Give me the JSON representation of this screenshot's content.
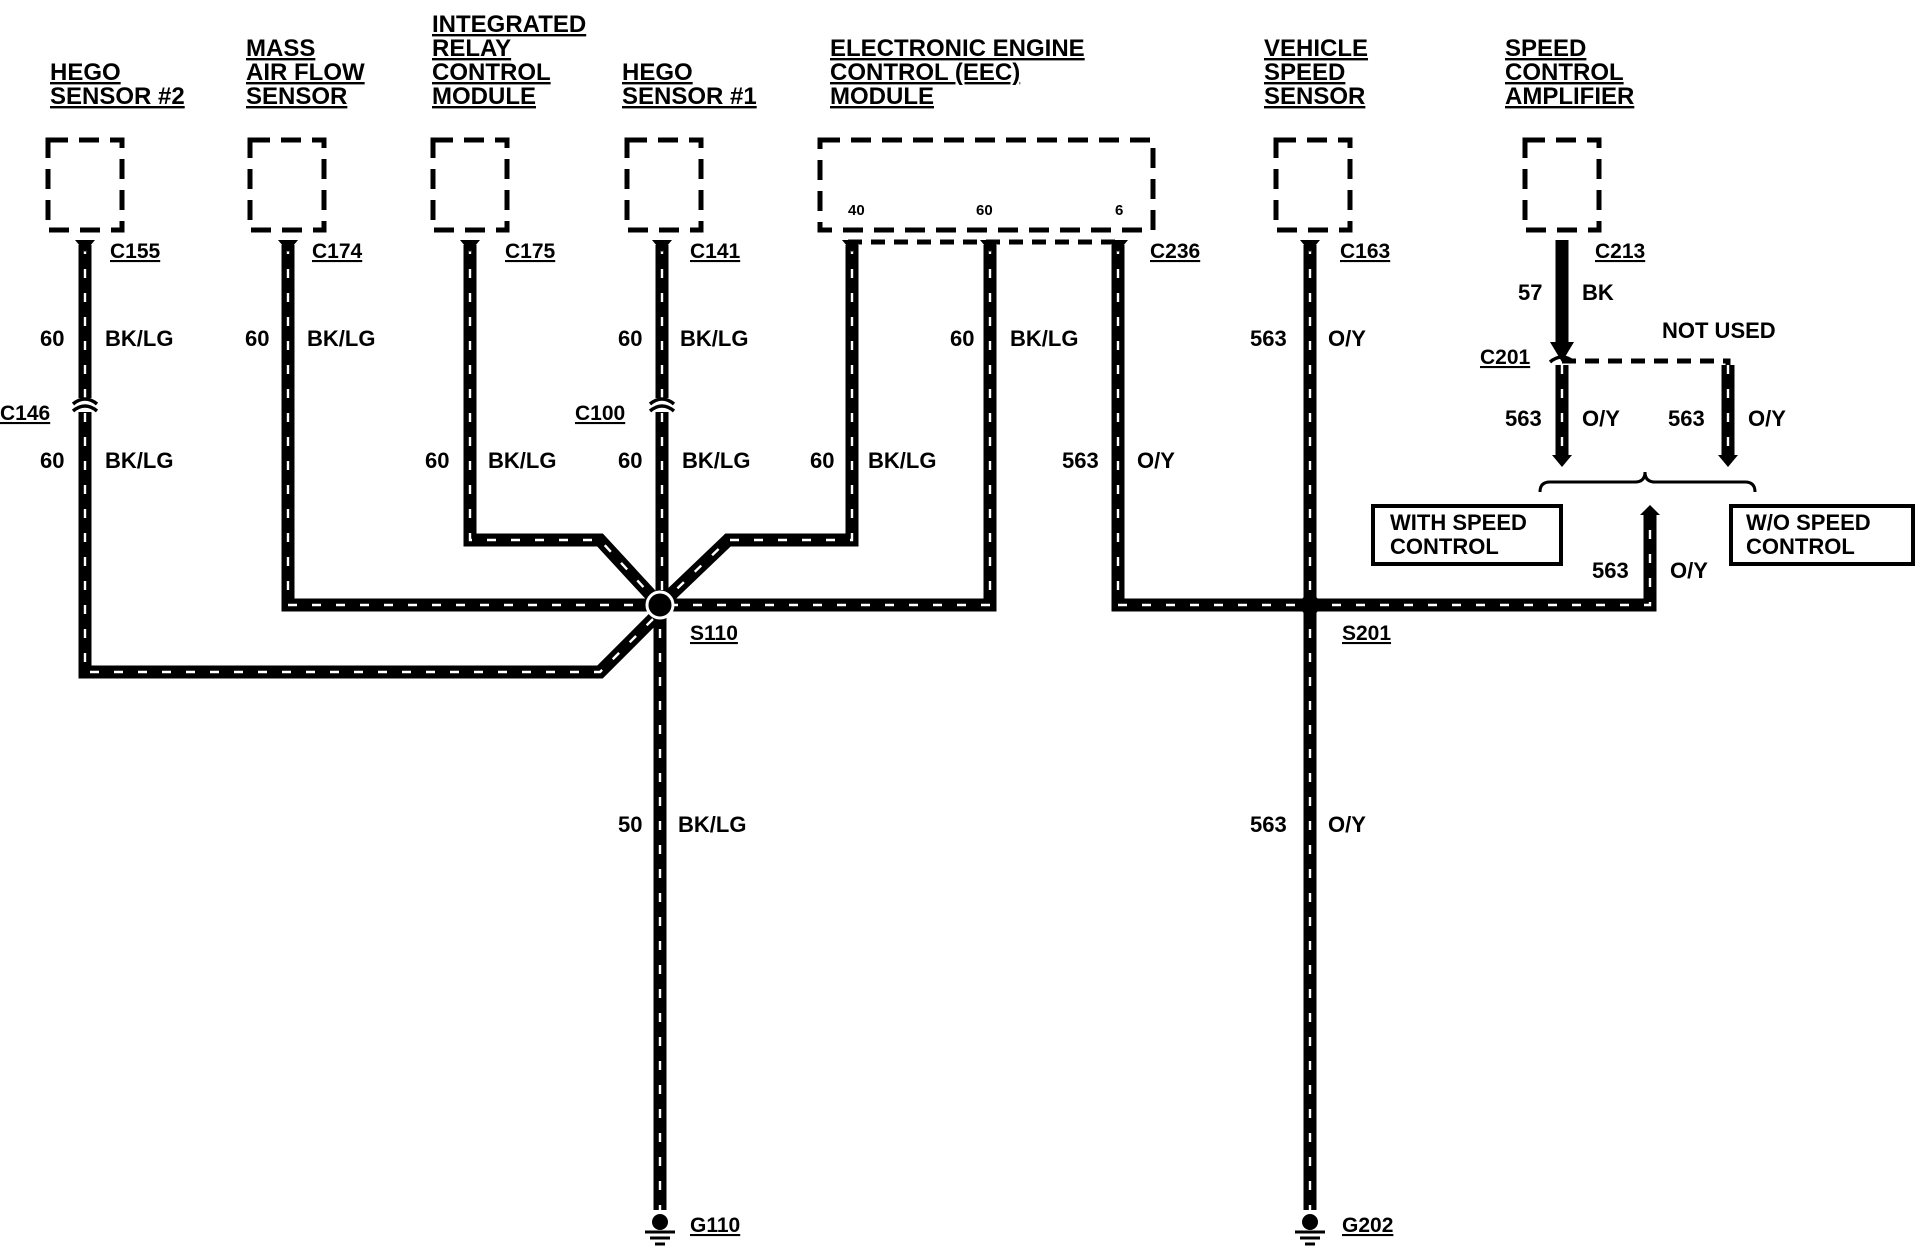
{
  "components": {
    "hego2": [
      "HEGO",
      "SENSOR #2"
    ],
    "maf": [
      "MASS",
      "AIR FLOW",
      "SENSOR"
    ],
    "ircm": [
      "INTEGRATED",
      "RELAY",
      "CONTROL",
      "MODULE"
    ],
    "hego1": [
      "HEGO",
      "SENSOR #1"
    ],
    "eec": [
      "ELECTRONIC ENGINE",
      "CONTROL (EEC)",
      "MODULE"
    ],
    "vss": [
      "VEHICLE",
      "SPEED",
      "SENSOR"
    ],
    "sca": [
      "SPEED",
      "CONTROL",
      "AMPLIFIER"
    ]
  },
  "connectors": {
    "c155": "C155",
    "c174": "C174",
    "c175": "C175",
    "c141": "C141",
    "c236": "C236",
    "c163": "C163",
    "c213": "C213",
    "c146": "C146",
    "c100": "C100",
    "c201": "C201"
  },
  "eec_pins": {
    "p40": "40",
    "p60": "60",
    "p6": "6"
  },
  "splices": {
    "s110": "S110",
    "s201": "S201"
  },
  "grounds": {
    "g110": "G110",
    "g202": "G202"
  },
  "wire_labels": {
    "hego2_upper": {
      "circuit": "60",
      "color": "BK/LG"
    },
    "hego2_lower": {
      "circuit": "60",
      "color": "BK/LG"
    },
    "maf": {
      "circuit": "60",
      "color": "BK/LG"
    },
    "ircm": {
      "circuit": "60",
      "color": "BK/LG"
    },
    "hego1_upper": {
      "circuit": "60",
      "color": "BK/LG"
    },
    "hego1_lower": {
      "circuit": "60",
      "color": "BK/LG"
    },
    "eec40": {
      "circuit": "60",
      "color": "BK/LG"
    },
    "eec60": {
      "circuit": "60",
      "color": "BK/LG"
    },
    "eec6": {
      "circuit": "563",
      "color": "O/Y"
    },
    "vss": {
      "circuit": "563",
      "color": "O/Y"
    },
    "sca": {
      "circuit": "57",
      "color": "BK"
    },
    "c201_left": {
      "circuit": "563",
      "color": "O/Y"
    },
    "c201_right": {
      "circuit": "563",
      "color": "O/Y"
    },
    "speed_branch": {
      "circuit": "563",
      "color": "O/Y"
    },
    "g110": {
      "circuit": "50",
      "color": "BK/LG"
    },
    "g202": {
      "circuit": "563",
      "color": "O/Y"
    }
  },
  "notes": {
    "not_used": "NOT USED",
    "with_speed_control": [
      "WITH SPEED",
      "CONTROL"
    ],
    "wo_speed_control": [
      "W/O SPEED",
      "CONTROL"
    ]
  }
}
